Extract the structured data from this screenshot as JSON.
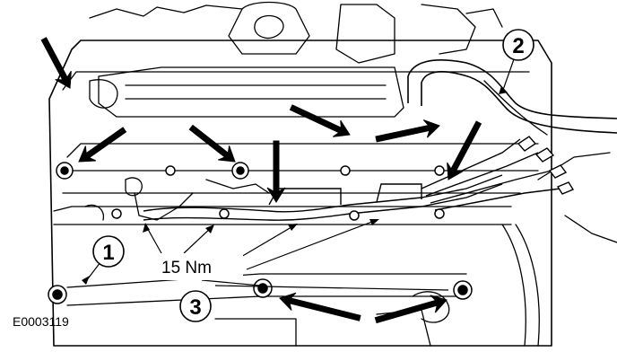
{
  "callouts": [
    {
      "label": "1"
    },
    {
      "label": "2"
    },
    {
      "label": "3"
    }
  ],
  "torque": {
    "label": "15 Nm"
  },
  "figure_id": "E0003119",
  "colors": {
    "ink": "#000000",
    "paper": "#ffffff"
  },
  "icons": [
    "tightening-arrow-icon",
    "bolt-icon",
    "leader-arrow-icon"
  ]
}
